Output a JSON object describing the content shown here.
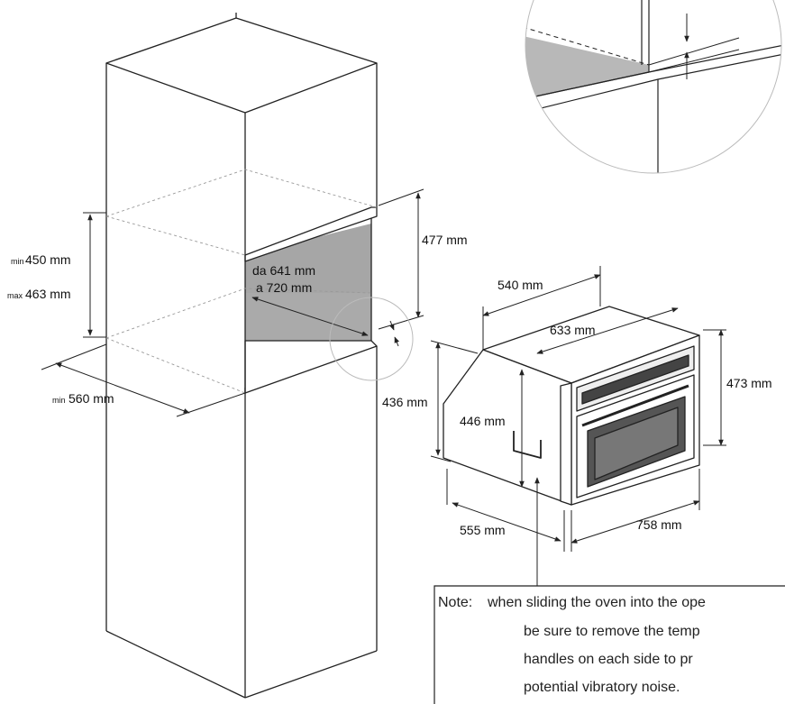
{
  "labels": {
    "niche_height_min_prefix": "min",
    "niche_height_min": "450 mm",
    "niche_height_max_prefix": "max",
    "niche_height_max": "463 mm",
    "niche_width_min_prefix": "min",
    "niche_width_min": "560 mm",
    "niche_depth_from": "da 641 mm",
    "niche_depth_to": "a 720 mm",
    "cabinet_opening_height": "477 mm",
    "oven_top_depth": "540 mm",
    "oven_top_width": "633 mm",
    "oven_front_height": "473 mm",
    "oven_side_height": "436 mm",
    "oven_inner_height": "446 mm",
    "oven_bottom_depth": "555 mm",
    "oven_bottom_width": "758 mm"
  },
  "note": {
    "heading": "Note:",
    "line1": "when sliding the oven into the ope",
    "line2": "be  sure  to  remove  the  temp",
    "line3": "handles  on  each  side  to  pr",
    "line4": "potential vibratory noise."
  },
  "colors": {
    "line": "#222222",
    "niche_fill": "#aaaaaa",
    "detail_fill": "#b8b8b8",
    "guide": "#999999"
  }
}
